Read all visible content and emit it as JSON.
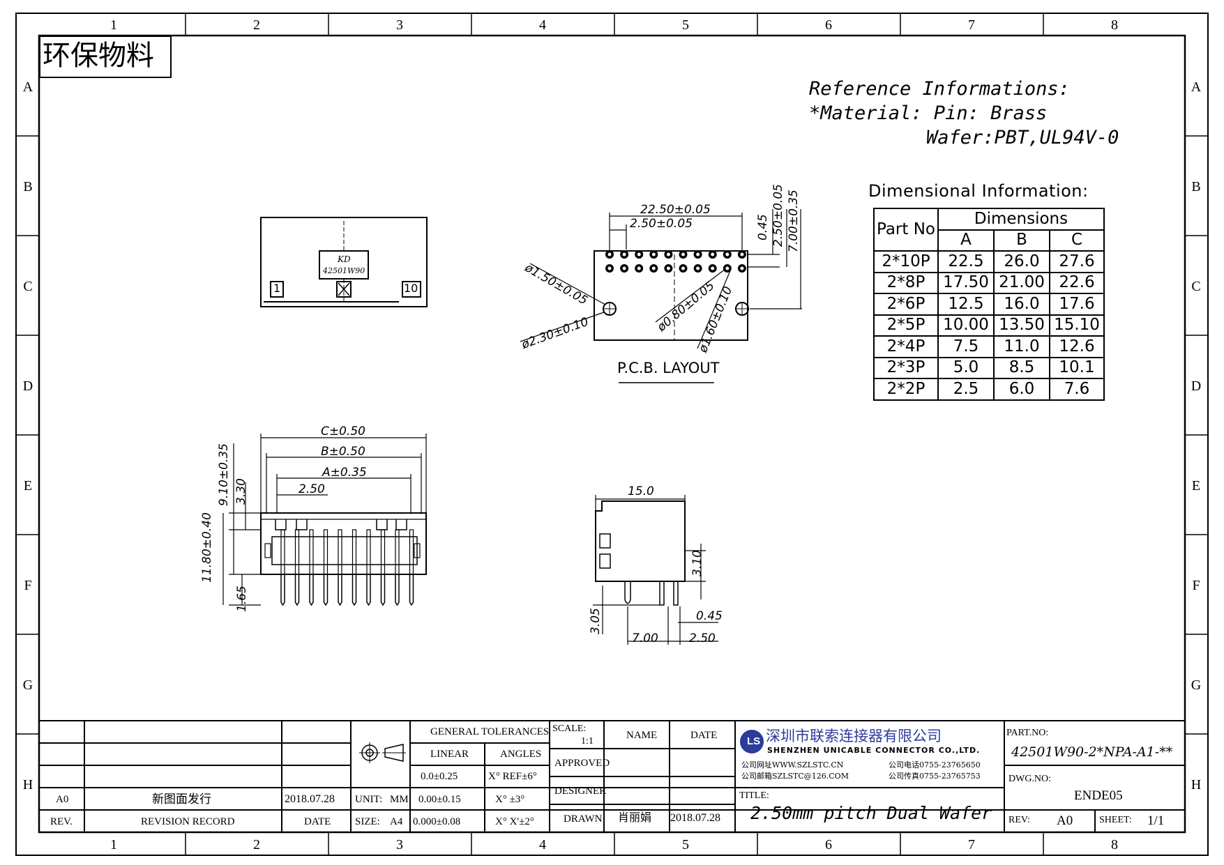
{
  "zones": {
    "columns": [
      "1",
      "2",
      "3",
      "4",
      "5",
      "6",
      "7",
      "8"
    ],
    "rows": [
      "A",
      "B",
      "C",
      "D",
      "E",
      "F",
      "G",
      "H"
    ]
  },
  "stamp": "环保物料",
  "reference": {
    "heading": "Reference Informations:",
    "material": "*Material: Pin: Brass",
    "wafer": "Wafer:PBT,UL94V-0"
  },
  "dimensional_info": {
    "heading": "Dimensional Information:",
    "part_no_header": "Part No",
    "dimensions_header": "Dimensions",
    "columns": [
      "A",
      "B",
      "C"
    ],
    "rows": [
      {
        "part": "2*10P",
        "a": "22.5",
        "b": "26.0",
        "c": "27.6"
      },
      {
        "part": "2*8P",
        "a": "17.50",
        "b": "21.00",
        "c": "22.6"
      },
      {
        "part": "2*6P",
        "a": "12.5",
        "b": "16.0",
        "c": "17.6"
      },
      {
        "part": "2*5P",
        "a": "10.00",
        "b": "13.50",
        "c": "15.10"
      },
      {
        "part": "2*4P",
        "a": "7.5",
        "b": "11.0",
        "c": "12.6"
      },
      {
        "part": "2*3P",
        "a": "5.0",
        "b": "8.5",
        "c": "10.1"
      },
      {
        "part": "2*2P",
        "a": "2.5",
        "b": "6.0",
        "c": "7.6"
      }
    ]
  },
  "top_view": {
    "mark_brand": "KD",
    "mark_part": "42501W90",
    "pin_first": "1",
    "pin_last": "10"
  },
  "pcb_layout": {
    "label": "P.C.B. LAYOUT",
    "dim_overall": "22.50±0.05",
    "dim_pitch": "2.50±0.05",
    "dim_row_offset": "0.45",
    "dim_row_pitch": "2.50±0.05",
    "dim_peg_offset": "7.00±0.35",
    "dim_peg_hole": "ø1.50±0.05",
    "dim_peg_pad": "ø2.30±0.10",
    "dim_pin_hole": "ø0.80±0.05",
    "dim_pin_pad": "ø1.60±0.10"
  },
  "front_view": {
    "dim_c": "C±0.50",
    "dim_b": "B±0.50",
    "dim_a": "A±0.35",
    "dim_pitch": "2.50",
    "dim_height": "9.10±0.35",
    "dim_top": "3.30",
    "dim_total": "11.80±0.40",
    "dim_tail": "1.65"
  },
  "side_view": {
    "dim_depth": "15.0",
    "dim_side": "3.10",
    "dim_tail": "3.05",
    "dim_pin": "0.45",
    "dim_offset": "7.00",
    "dim_pitch": "2.50"
  },
  "title_block": {
    "revision": {
      "rev": "A0",
      "record": "新图面发行",
      "date": "2018.07.28"
    },
    "revision_headers": {
      "rev": "REV.",
      "record": "REVISION RECORD",
      "date": "DATE"
    },
    "unit_label": "UNIT:",
    "unit_value": "MM",
    "size_label": "SIZE:",
    "size_value": "A4",
    "tolerances": {
      "heading": "GENERAL TOLERANCES",
      "linear": "LINEAR",
      "angles": "ANGLES",
      "lin": [
        "0.0±0.25",
        "0.00±0.15",
        "0.000±0.08"
      ],
      "ang": [
        "X° REF±6°",
        "X° ±3°",
        "X° X'±2°"
      ]
    },
    "scale_label": "SCALE:",
    "scale_value": "1:1",
    "name_header": "NAME",
    "date_header": "DATE",
    "approved": "APPROVED",
    "designer": "DESIGNER",
    "drawn": "DRAWN",
    "drawn_name": "肖丽娟",
    "drawn_date": "2018.07.28",
    "company_cn": "深圳市联索连接器有限公司",
    "company_en": "SHENZHEN UNICABLE CONNECTOR CO.,LTD.",
    "web": "公司网址WWW.SZLSTC.CN",
    "email": "公司邮箱SZLSTC@126.COM",
    "phone": "公司电话0755-23765650",
    "fax": "公司传真0755-23765753",
    "title_label": "TITLE:",
    "title": "2.50mm pitch Dual Wafer",
    "part_no_label": "PART.NO:",
    "part_no": "42501W90-2*NPA-A1-**",
    "dwg_no_label": "DWG.NO:",
    "dwg_no": "ENDE05",
    "rev_label": "REV:",
    "rev_value": "A0",
    "sheet_label": "SHEET:",
    "sheet_value": "1/1"
  }
}
